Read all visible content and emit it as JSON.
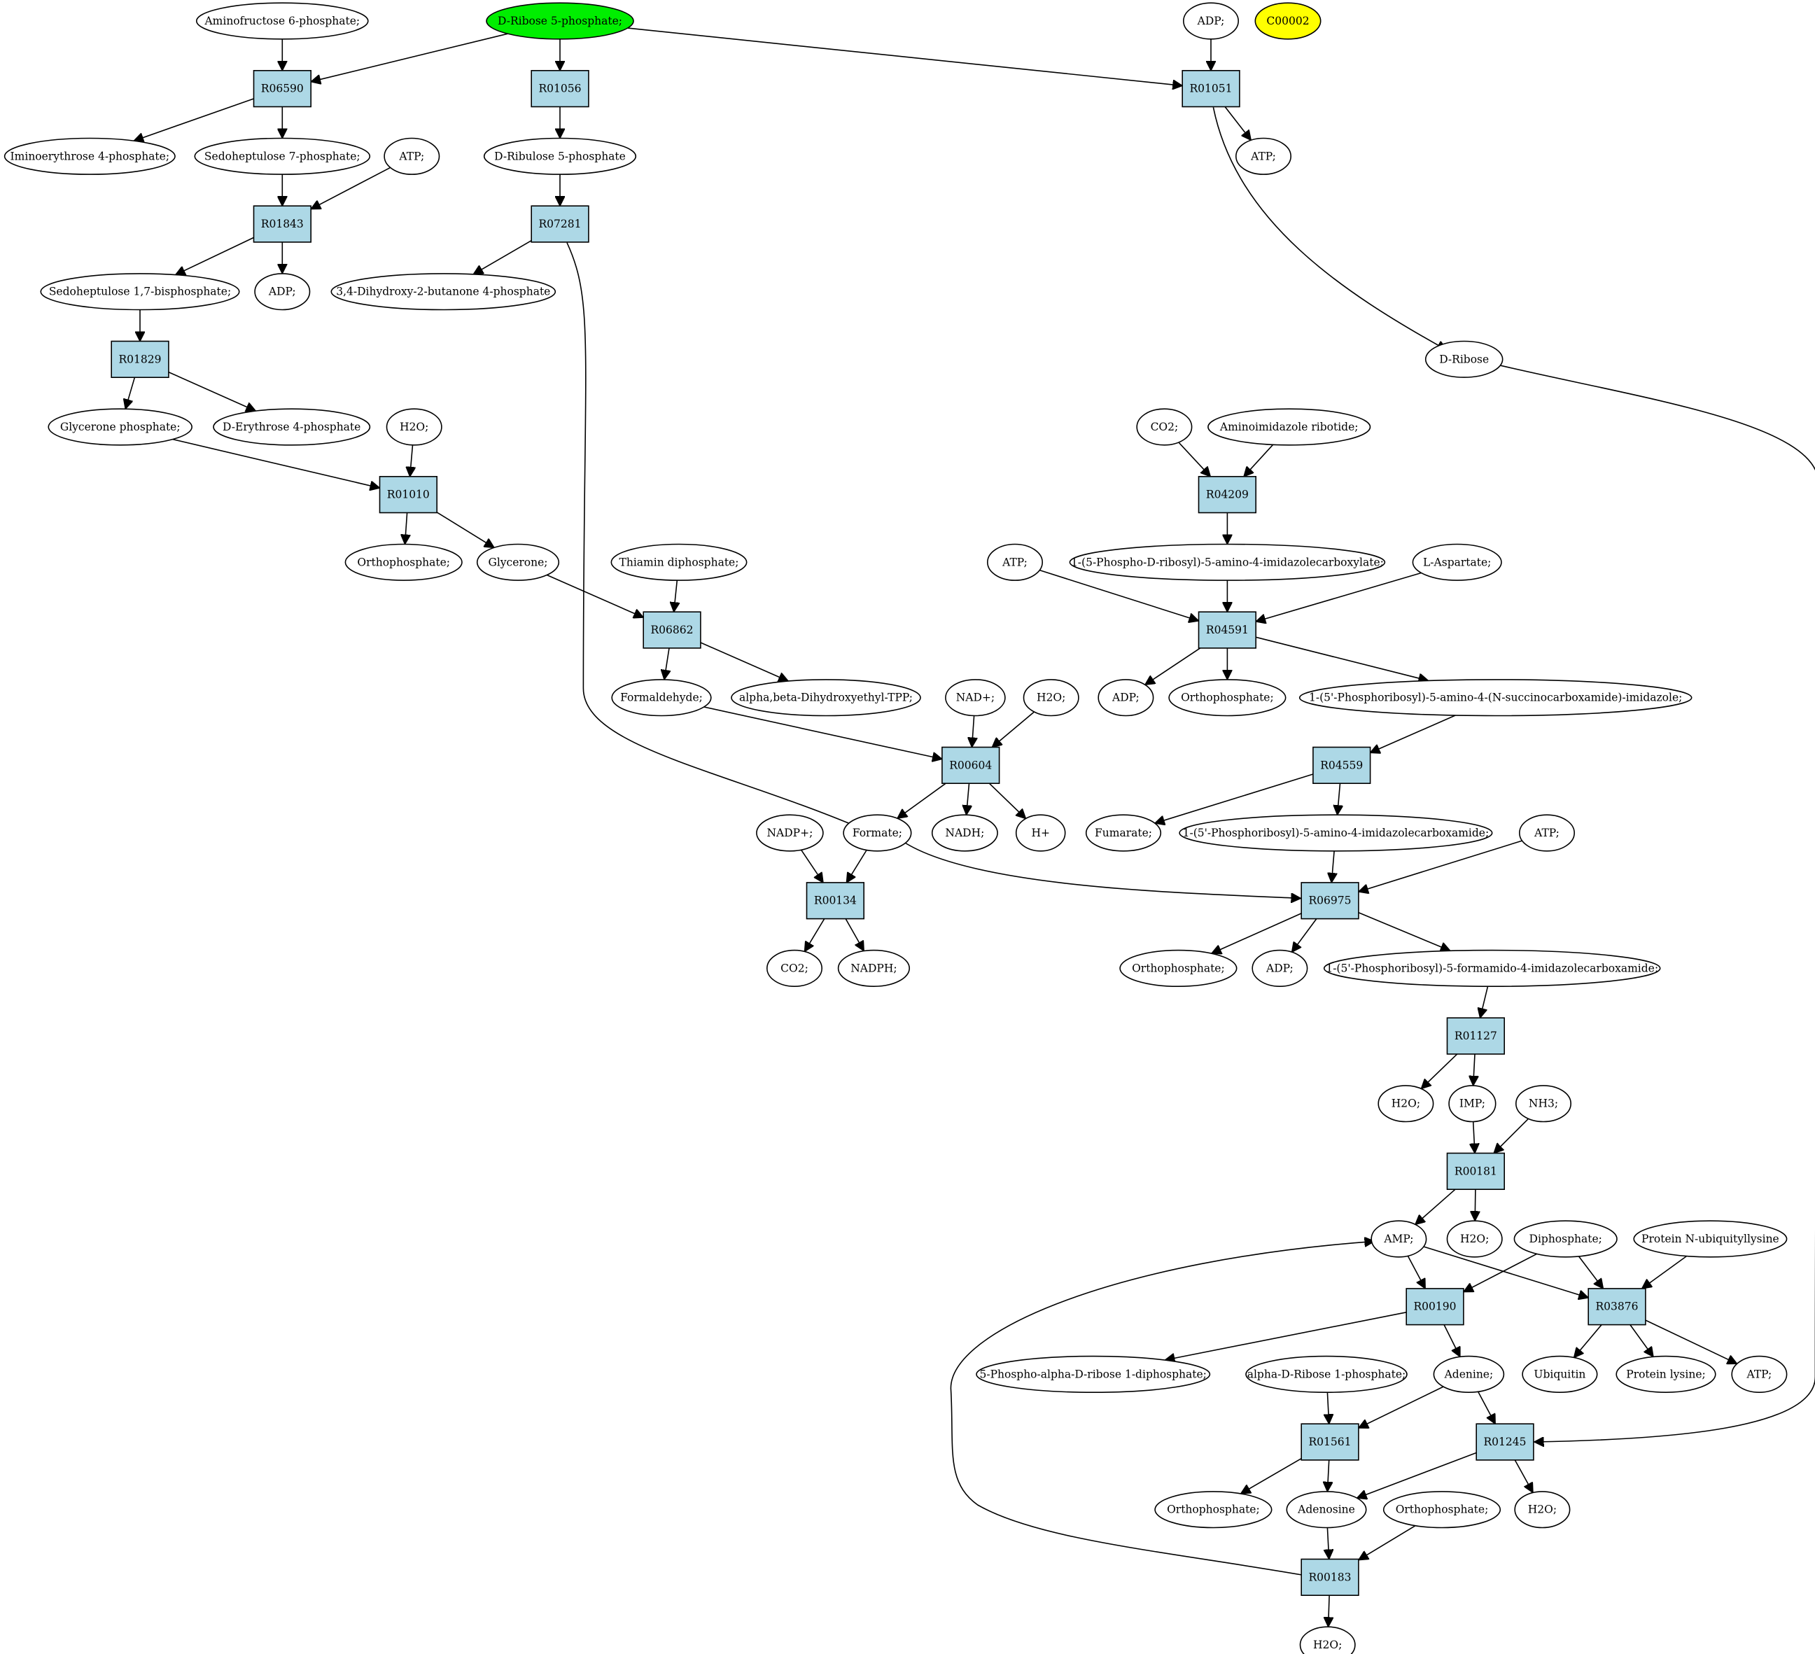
{
  "colors": {
    "reaction_fill": "#add8e6",
    "compound_fill": "#ffffff",
    "start_fill": "#00ee00",
    "highlight_fill": "#ffff00"
  },
  "nodes": [
    {
      "id": "c_aminofructose",
      "label": "Aminofructose 6-phosphate;",
      "kind": "compound"
    },
    {
      "id": "c_dribose5p",
      "label": "D-Ribose 5-phosphate;",
      "kind": "compound",
      "fill": "start"
    },
    {
      "id": "c_adp_top",
      "label": "ADP;",
      "kind": "compound"
    },
    {
      "id": "c_c00002",
      "label": "C00002",
      "kind": "compound",
      "fill": "highlight"
    },
    {
      "id": "r_R06590",
      "label": "R06590",
      "kind": "reaction"
    },
    {
      "id": "r_R01056",
      "label": "R01056",
      "kind": "reaction"
    },
    {
      "id": "r_R01051",
      "label": "R01051",
      "kind": "reaction"
    },
    {
      "id": "c_iminoerythrose",
      "label": "Iminoerythrose 4-phosphate;",
      "kind": "compound"
    },
    {
      "id": "c_sedo7p",
      "label": "Sedoheptulose 7-phosphate;",
      "kind": "compound"
    },
    {
      "id": "c_atp_1",
      "label": "ATP;",
      "kind": "compound"
    },
    {
      "id": "c_dribulose5p",
      "label": "D-Ribulose 5-phosphate",
      "kind": "compound"
    },
    {
      "id": "c_atp_top",
      "label": "ATP;",
      "kind": "compound"
    },
    {
      "id": "r_R01843",
      "label": "R01843",
      "kind": "reaction"
    },
    {
      "id": "r_R07281",
      "label": "R07281",
      "kind": "reaction"
    },
    {
      "id": "c_sedo17bp",
      "label": "Sedoheptulose 1,7-bisphosphate;",
      "kind": "compound"
    },
    {
      "id": "c_adp_1",
      "label": "ADP;",
      "kind": "compound"
    },
    {
      "id": "c_dhb4p",
      "label": "3,4-Dihydroxy-2-butanone 4-phosphate",
      "kind": "compound"
    },
    {
      "id": "c_dribose",
      "label": "D-Ribose",
      "kind": "compound"
    },
    {
      "id": "r_R01829",
      "label": "R01829",
      "kind": "reaction"
    },
    {
      "id": "c_glyceronep",
      "label": "Glycerone phosphate;",
      "kind": "compound"
    },
    {
      "id": "c_derythrose4p",
      "label": "D-Erythrose 4-phosphate",
      "kind": "compound"
    },
    {
      "id": "c_h2o_1",
      "label": "H2O;",
      "kind": "compound"
    },
    {
      "id": "c_co2_1",
      "label": "CO2;",
      "kind": "compound"
    },
    {
      "id": "c_air",
      "label": "Aminoimidazole ribotide;",
      "kind": "compound"
    },
    {
      "id": "r_R01010",
      "label": "R01010",
      "kind": "reaction"
    },
    {
      "id": "r_R04209",
      "label": "R04209",
      "kind": "reaction"
    },
    {
      "id": "c_orthop_1",
      "label": "Orthophosphate;",
      "kind": "compound"
    },
    {
      "id": "c_glycerone",
      "label": "Glycerone;",
      "kind": "compound"
    },
    {
      "id": "c_thiamin",
      "label": "Thiamin diphosphate;",
      "kind": "compound"
    },
    {
      "id": "c_atp_2",
      "label": "ATP;",
      "kind": "compound"
    },
    {
      "id": "c_cair",
      "label": "1-(5-Phospho-D-ribosyl)-5-amino-4-imidazolecarboxylate;",
      "kind": "compound"
    },
    {
      "id": "c_laspartate",
      "label": "L-Aspartate;",
      "kind": "compound"
    },
    {
      "id": "r_R06862",
      "label": "R06862",
      "kind": "reaction"
    },
    {
      "id": "r_R04591",
      "label": "R04591",
      "kind": "reaction"
    },
    {
      "id": "c_formaldehyde",
      "label": "Formaldehyde;",
      "kind": "compound"
    },
    {
      "id": "c_tpp",
      "label": "alpha,beta-Dihydroxyethyl-TPP;",
      "kind": "compound"
    },
    {
      "id": "c_nadp_plus",
      "label": "NAD+;",
      "kind": "compound"
    },
    {
      "id": "c_h2o_2",
      "label": "H2O;",
      "kind": "compound"
    },
    {
      "id": "c_adp_2",
      "label": "ADP;",
      "kind": "compound"
    },
    {
      "id": "c_orthop_2",
      "label": "Orthophosphate;",
      "kind": "compound"
    },
    {
      "id": "c_saicar",
      "label": "1-(5'-Phosphoribosyl)-5-amino-4-(N-succinocarboxamide)-imidazole;",
      "kind": "compound"
    },
    {
      "id": "r_R00604",
      "label": "R00604",
      "kind": "reaction"
    },
    {
      "id": "r_R04559",
      "label": "R04559",
      "kind": "reaction"
    },
    {
      "id": "c_nadpplus",
      "label": "NADP+;",
      "kind": "compound"
    },
    {
      "id": "c_formate",
      "label": "Formate;",
      "kind": "compound"
    },
    {
      "id": "c_nadh",
      "label": "NADH;",
      "kind": "compound"
    },
    {
      "id": "c_hplus",
      "label": "H+",
      "kind": "compound"
    },
    {
      "id": "c_fumarate",
      "label": "Fumarate;",
      "kind": "compound"
    },
    {
      "id": "c_aicar",
      "label": "1-(5'-Phosphoribosyl)-5-amino-4-imidazolecarboxamide;",
      "kind": "compound"
    },
    {
      "id": "c_atp_3",
      "label": "ATP;",
      "kind": "compound"
    },
    {
      "id": "r_R00134",
      "label": "R00134",
      "kind": "reaction"
    },
    {
      "id": "r_R06975",
      "label": "R06975",
      "kind": "reaction"
    },
    {
      "id": "c_co2_2",
      "label": "CO2;",
      "kind": "compound"
    },
    {
      "id": "c_nadph",
      "label": "NADPH;",
      "kind": "compound"
    },
    {
      "id": "c_orthop_3",
      "label": "Orthophosphate;",
      "kind": "compound"
    },
    {
      "id": "c_adp_3",
      "label": "ADP;",
      "kind": "compound"
    },
    {
      "id": "c_faicar",
      "label": "1-(5'-Phosphoribosyl)-5-formamido-4-imidazolecarboxamide;",
      "kind": "compound"
    },
    {
      "id": "r_R01127",
      "label": "R01127",
      "kind": "reaction"
    },
    {
      "id": "c_h2o_3",
      "label": "H2O;",
      "kind": "compound"
    },
    {
      "id": "c_imp",
      "label": "IMP;",
      "kind": "compound"
    },
    {
      "id": "c_nh3",
      "label": "NH3;",
      "kind": "compound"
    },
    {
      "id": "r_R00181",
      "label": "R00181",
      "kind": "reaction"
    },
    {
      "id": "c_amp",
      "label": "AMP;",
      "kind": "compound"
    },
    {
      "id": "c_h2o_4",
      "label": "H2O;",
      "kind": "compound"
    },
    {
      "id": "c_diphosphate",
      "label": "Diphosphate;",
      "kind": "compound"
    },
    {
      "id": "c_protein_ub",
      "label": "Protein N-ubiquityllysine",
      "kind": "compound"
    },
    {
      "id": "r_R00190",
      "label": "R00190",
      "kind": "reaction"
    },
    {
      "id": "r_R03876",
      "label": "R03876",
      "kind": "reaction"
    },
    {
      "id": "c_prpp",
      "label": "5-Phospho-alpha-D-ribose 1-diphosphate;",
      "kind": "compound"
    },
    {
      "id": "c_ar1p",
      "label": "alpha-D-Ribose 1-phosphate;",
      "kind": "compound"
    },
    {
      "id": "c_adenine",
      "label": "Adenine;",
      "kind": "compound"
    },
    {
      "id": "c_ubiquitin",
      "label": "Ubiquitin",
      "kind": "compound"
    },
    {
      "id": "c_protlys",
      "label": "Protein lysine;",
      "kind": "compound"
    },
    {
      "id": "c_atp_4",
      "label": "ATP;",
      "kind": "compound"
    },
    {
      "id": "r_R01561",
      "label": "R01561",
      "kind": "reaction"
    },
    {
      "id": "r_R01245",
      "label": "R01245",
      "kind": "reaction"
    },
    {
      "id": "c_orthop_4",
      "label": "Orthophosphate;",
      "kind": "compound"
    },
    {
      "id": "c_adenosine",
      "label": "Adenosine",
      "kind": "compound"
    },
    {
      "id": "c_orthop_5",
      "label": "Orthophosphate;",
      "kind": "compound"
    },
    {
      "id": "c_h2o_5",
      "label": "H2O;",
      "kind": "compound"
    },
    {
      "id": "r_R00183",
      "label": "R00183",
      "kind": "reaction"
    },
    {
      "id": "c_h2o_6",
      "label": "H2O;",
      "kind": "compound"
    }
  ],
  "edges": [
    [
      "c_aminofructose",
      "r_R06590"
    ],
    [
      "c_dribose5p",
      "r_R06590"
    ],
    [
      "c_dribose5p",
      "r_R01056"
    ],
    [
      "c_dribose5p",
      "r_R01051"
    ],
    [
      "c_adp_top",
      "r_R01051"
    ],
    [
      "r_R06590",
      "c_iminoerythrose"
    ],
    [
      "r_R06590",
      "c_sedo7p"
    ],
    [
      "r_R01056",
      "c_dribulose5p"
    ],
    [
      "r_R01051",
      "c_atp_top"
    ],
    [
      "r_R01051",
      "c_dribose"
    ],
    [
      "c_sedo7p",
      "r_R01843"
    ],
    [
      "c_atp_1",
      "r_R01843"
    ],
    [
      "c_dribulose5p",
      "r_R07281"
    ],
    [
      "r_R01843",
      "c_sedo17bp"
    ],
    [
      "r_R01843",
      "c_adp_1"
    ],
    [
      "r_R07281",
      "c_dhb4p"
    ],
    [
      "r_R07281",
      "c_formate"
    ],
    [
      "c_sedo17bp",
      "r_R01829"
    ],
    [
      "r_R01829",
      "c_glyceronep"
    ],
    [
      "r_R01829",
      "c_derythrose4p"
    ],
    [
      "c_glyceronep",
      "r_R01010"
    ],
    [
      "c_h2o_1",
      "r_R01010"
    ],
    [
      "r_R01010",
      "c_orthop_1"
    ],
    [
      "r_R01010",
      "c_glycerone"
    ],
    [
      "c_glycerone",
      "r_R06862"
    ],
    [
      "c_thiamin",
      "r_R06862"
    ],
    [
      "r_R06862",
      "c_formaldehyde"
    ],
    [
      "r_R06862",
      "c_tpp"
    ],
    [
      "c_formaldehyde",
      "r_R00604"
    ],
    [
      "c_nadp_plus",
      "r_R00604"
    ],
    [
      "c_h2o_2",
      "r_R00604"
    ],
    [
      "r_R00604",
      "c_formate"
    ],
    [
      "r_R00604",
      "c_nadh"
    ],
    [
      "r_R00604",
      "c_hplus"
    ],
    [
      "c_nadpplus",
      "r_R00134"
    ],
    [
      "c_formate",
      "r_R00134"
    ],
    [
      "r_R00134",
      "c_co2_2"
    ],
    [
      "r_R00134",
      "c_nadph"
    ],
    [
      "c_formate",
      "r_R06975"
    ],
    [
      "c_co2_1",
      "r_R04209"
    ],
    [
      "c_air",
      "r_R04209"
    ],
    [
      "r_R04209",
      "c_cair"
    ],
    [
      "c_atp_2",
      "r_R04591"
    ],
    [
      "c_cair",
      "r_R04591"
    ],
    [
      "c_laspartate",
      "r_R04591"
    ],
    [
      "r_R04591",
      "c_adp_2"
    ],
    [
      "r_R04591",
      "c_orthop_2"
    ],
    [
      "r_R04591",
      "c_saicar"
    ],
    [
      "c_saicar",
      "r_R04559"
    ],
    [
      "r_R04559",
      "c_fumarate"
    ],
    [
      "r_R04559",
      "c_aicar"
    ],
    [
      "c_aicar",
      "r_R06975"
    ],
    [
      "c_atp_3",
      "r_R06975"
    ],
    [
      "r_R06975",
      "c_orthop_3"
    ],
    [
      "r_R06975",
      "c_adp_3"
    ],
    [
      "r_R06975",
      "c_faicar"
    ],
    [
      "c_faicar",
      "r_R01127"
    ],
    [
      "r_R01127",
      "c_h2o_3"
    ],
    [
      "r_R01127",
      "c_imp"
    ],
    [
      "c_imp",
      "r_R00181"
    ],
    [
      "c_nh3",
      "r_R00181"
    ],
    [
      "r_R00181",
      "c_amp"
    ],
    [
      "r_R00181",
      "c_h2o_4"
    ],
    [
      "c_amp",
      "r_R00190"
    ],
    [
      "c_amp",
      "r_R03876"
    ],
    [
      "c_diphosphate",
      "r_R00190"
    ],
    [
      "c_diphosphate",
      "r_R03876"
    ],
    [
      "c_protein_ub",
      "r_R03876"
    ],
    [
      "r_R00190",
      "c_prpp"
    ],
    [
      "r_R00190",
      "c_adenine"
    ],
    [
      "r_R03876",
      "c_ubiquitin"
    ],
    [
      "r_R03876",
      "c_protlys"
    ],
    [
      "r_R03876",
      "c_atp_4"
    ],
    [
      "c_ar1p",
      "r_R01561"
    ],
    [
      "c_adenine",
      "r_R01561"
    ],
    [
      "c_adenine",
      "r_R01245"
    ],
    [
      "c_dribose",
      "r_R01245"
    ],
    [
      "r_R01561",
      "c_orthop_4"
    ],
    [
      "r_R01561",
      "c_adenosine"
    ],
    [
      "r_R01245",
      "c_adenosine"
    ],
    [
      "r_R01245",
      "c_h2o_5"
    ],
    [
      "c_adenosine",
      "r_R00183"
    ],
    [
      "c_orthop_5",
      "r_R00183"
    ],
    [
      "r_R00183",
      "c_h2o_6"
    ],
    [
      "r_R00183",
      "c_amp"
    ]
  ]
}
